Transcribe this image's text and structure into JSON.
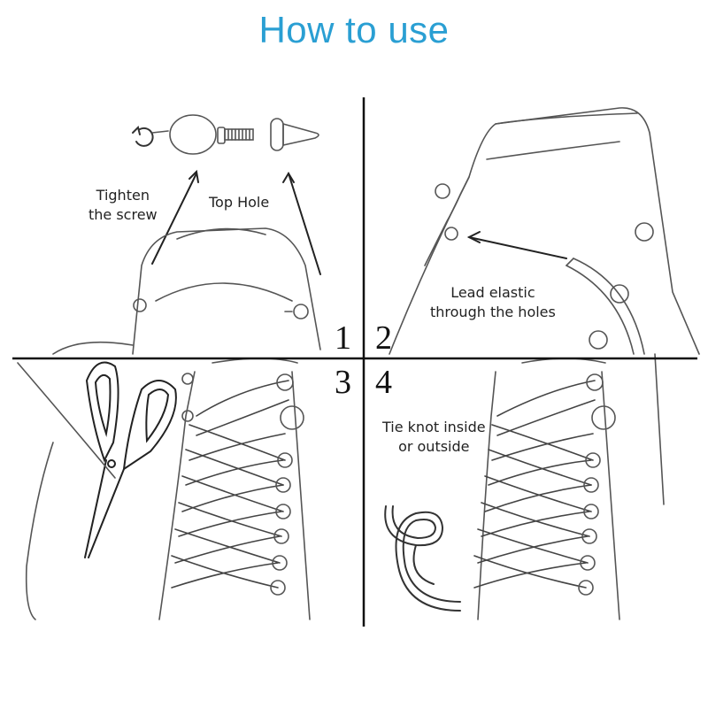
{
  "title": "How to use",
  "steps": [
    {
      "number": "1",
      "lines": [
        "Tighten",
        "the screw"
      ],
      "extra": "Top Hole"
    },
    {
      "number": "2",
      "lines": [
        "Lead  elastic",
        "through the holes"
      ]
    },
    {
      "number": "3",
      "lines": []
    },
    {
      "number": "4",
      "lines": [
        "Tie knot inside",
        "or outside"
      ]
    }
  ],
  "colors": {
    "title": "#2a9fd3",
    "lines": "#1a1a1a",
    "sketch": "#555555"
  },
  "icons": [
    "rotate-icon",
    "lace-lock-icon",
    "scissors-icon",
    "knot-icon"
  ]
}
